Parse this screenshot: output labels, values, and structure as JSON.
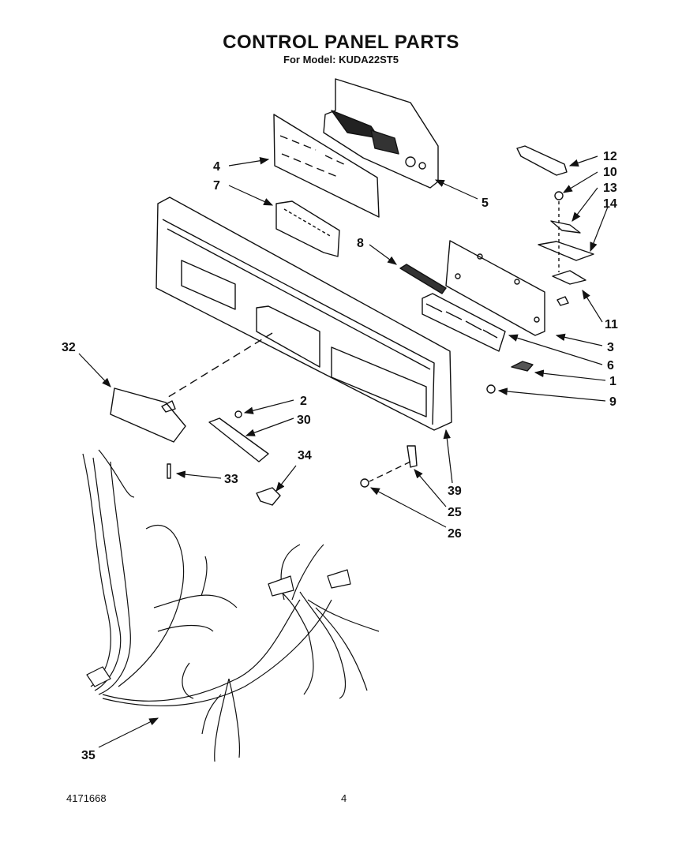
{
  "header": {
    "title": "CONTROL PANEL PARTS",
    "subtitle": "For Model: KUDA22ST5"
  },
  "callouts": [
    "4",
    "7",
    "5",
    "12",
    "10",
    "13",
    "14",
    "8",
    "11",
    "3",
    "6",
    "1",
    "9",
    "2",
    "30",
    "32",
    "33",
    "34",
    "39",
    "25",
    "26",
    "35"
  ],
  "footer": {
    "doc_number": "4171668",
    "page_number": "4"
  }
}
